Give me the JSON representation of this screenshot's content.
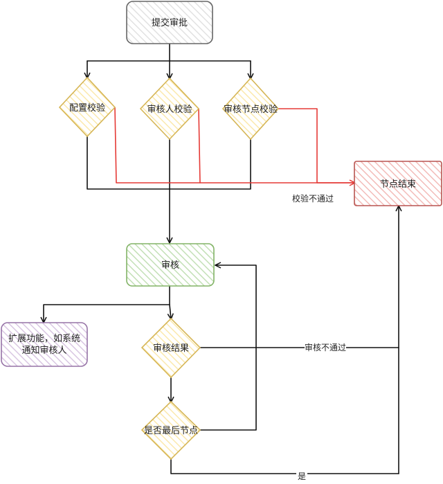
{
  "colors": {
    "gray_stroke": "#666666",
    "gray_fill": "#f2f2f2",
    "yellow_stroke": "#d6b656",
    "yellow_fill": "#fff2cc",
    "green_stroke": "#82b366",
    "green_fill": "#d5e8d4",
    "red_stroke": "#b85450",
    "red_fill": "#f8cecc",
    "purple_stroke": "#9673a6",
    "purple_fill": "#e1d5e7",
    "edge_black": "#111111",
    "edge_red": "#e53935"
  },
  "nodes": {
    "submit": "提交审批",
    "config_check": "配置校验",
    "reviewer_check": "审核人校验",
    "node_check": "审核节点校验",
    "node_end": "节点结束",
    "review": "审核",
    "extension": "扩展功能，如系统通知审核人",
    "review_result": "审核结果",
    "is_last_node": "是否最后节点"
  },
  "edge_labels": {
    "check_failed": "校验不通过",
    "review_failed": "审核不通过",
    "yes": "是"
  }
}
